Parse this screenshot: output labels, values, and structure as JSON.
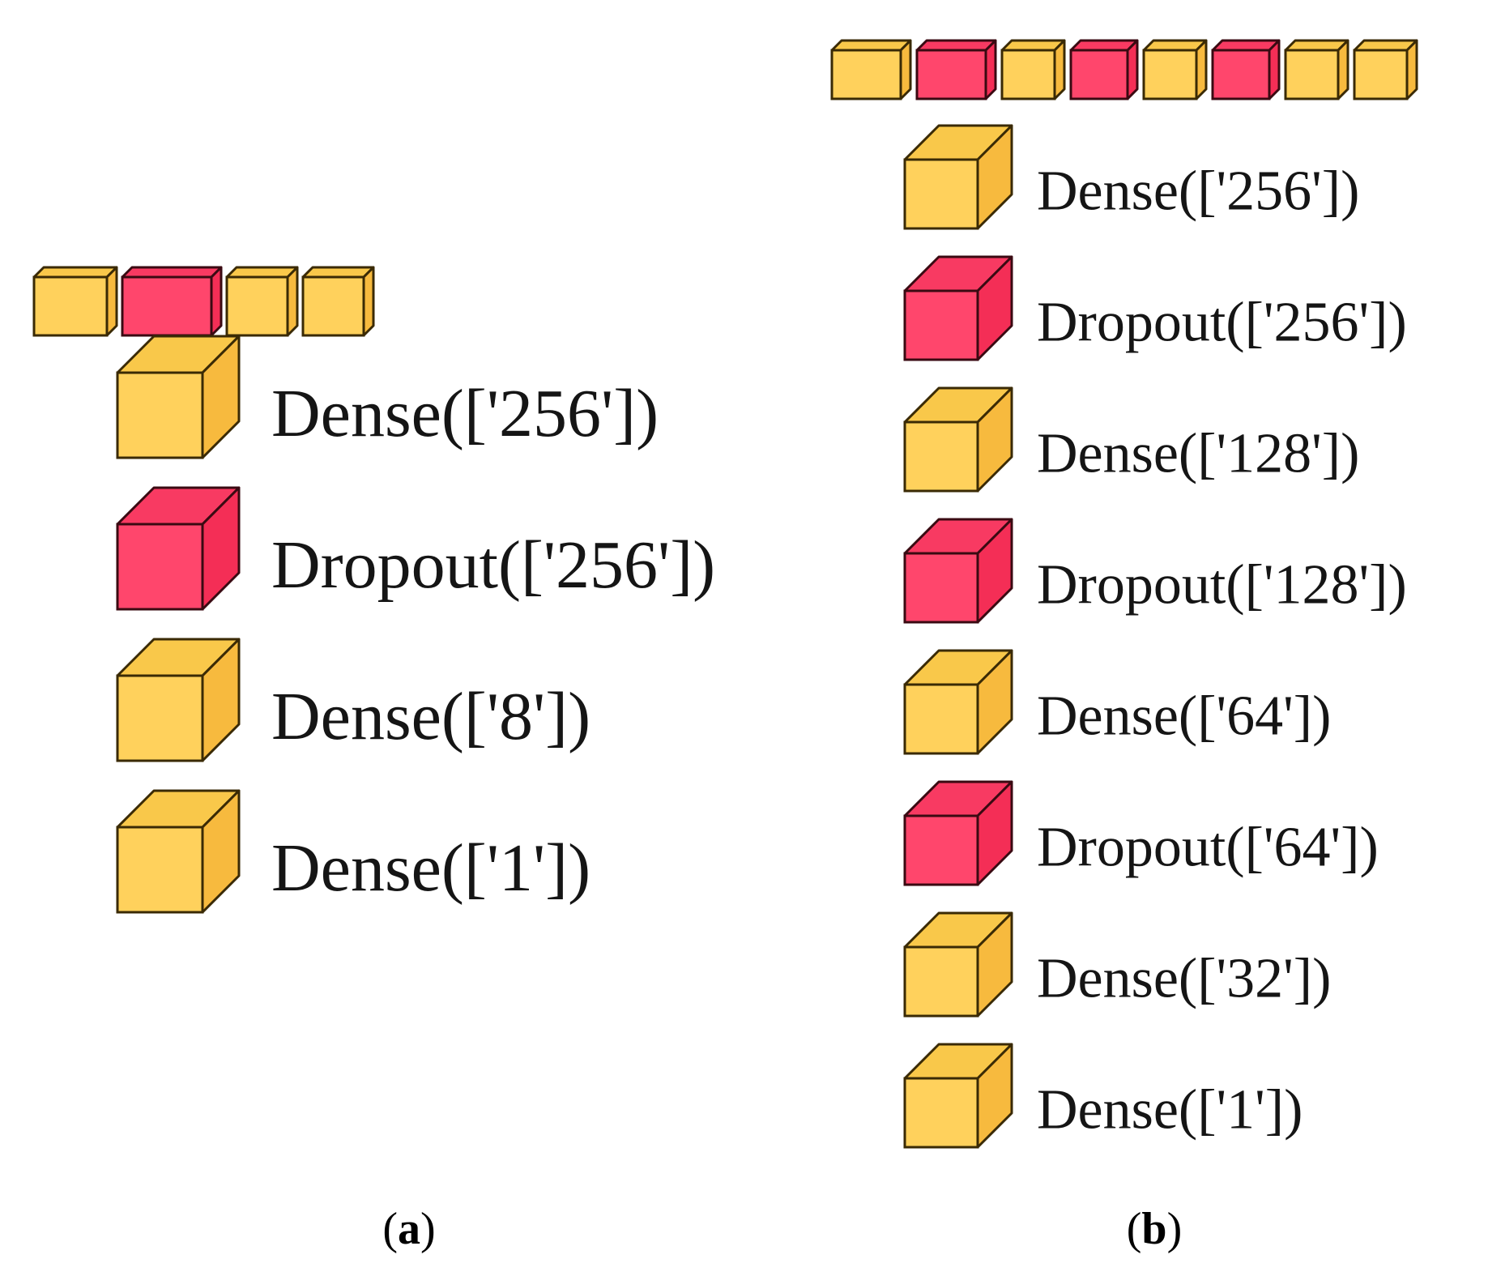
{
  "colors": {
    "dense": {
      "front": "#FFD15C",
      "side": "#F7BA3E",
      "top": "#F9C84A",
      "edge": "#3A2A05"
    },
    "dropout": {
      "front": "#FF466C",
      "side": "#F42E56",
      "top": "#F83A62",
      "edge": "#3A0A12"
    },
    "text": "#151515",
    "background": "#FFFFFF"
  },
  "panels": [
    {
      "id": "a",
      "label": "a",
      "label_open": "(",
      "label_close": ")",
      "strip": [
        "dense",
        "dropout",
        "dense",
        "dense"
      ],
      "legend": [
        {
          "type": "dense",
          "label": "Dense(['256'])"
        },
        {
          "type": "dropout",
          "label": "Dropout(['256'])"
        },
        {
          "type": "dense",
          "label": "Dense(['8'])"
        },
        {
          "type": "dense",
          "label": "Dense(['1'])"
        }
      ]
    },
    {
      "id": "b",
      "label": "b",
      "label_open": "(",
      "label_close": ")",
      "strip": [
        "dense",
        "dropout",
        "dense",
        "dropout",
        "dense",
        "dropout",
        "dense",
        "dense"
      ],
      "legend": [
        {
          "type": "dense",
          "label": "Dense(['256'])"
        },
        {
          "type": "dropout",
          "label": "Dropout(['256'])"
        },
        {
          "type": "dense",
          "label": "Dense(['128'])"
        },
        {
          "type": "dropout",
          "label": "Dropout(['128'])"
        },
        {
          "type": "dense",
          "label": "Dense(['64'])"
        },
        {
          "type": "dropout",
          "label": "Dropout(['64'])"
        },
        {
          "type": "dense",
          "label": "Dense(['32'])"
        },
        {
          "type": "dense",
          "label": "Dense(['1'])"
        }
      ]
    }
  ]
}
